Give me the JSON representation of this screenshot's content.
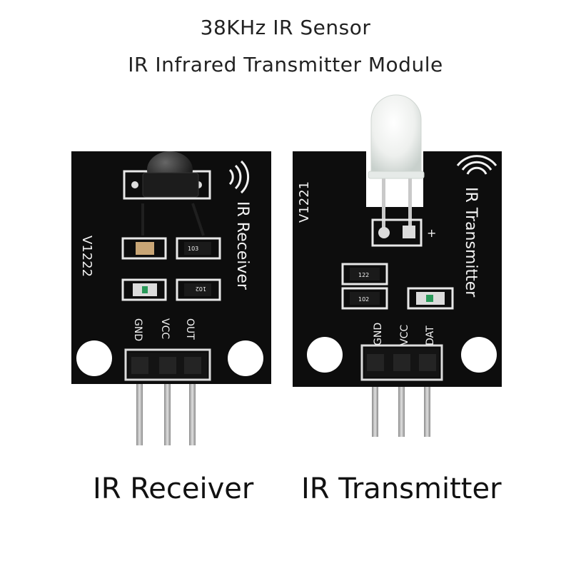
{
  "header": {
    "line1": "38KHz IR Sensor",
    "line2": "IR Infrared Transmitter Module"
  },
  "receiver_board": {
    "silkscreen_title": "IR Receiver",
    "version": "V1222",
    "pins": [
      "GND",
      "VCC",
      "OUT"
    ],
    "resistor_1": "103",
    "resistor_2": "102"
  },
  "transmitter_board": {
    "silkscreen_title": "IR Transmitter",
    "version": "V1221",
    "pins": [
      "GND",
      "VCC",
      "DAT"
    ],
    "resistor_1": "122",
    "resistor_2": "102",
    "polarity": "+"
  },
  "captions": {
    "receiver": "IR Receiver",
    "transmitter": "IR Transmitter"
  },
  "colors": {
    "pcb": "#0d0d0d",
    "silkscreen": "#f2f2f2",
    "pin": "#b8b8b8"
  }
}
